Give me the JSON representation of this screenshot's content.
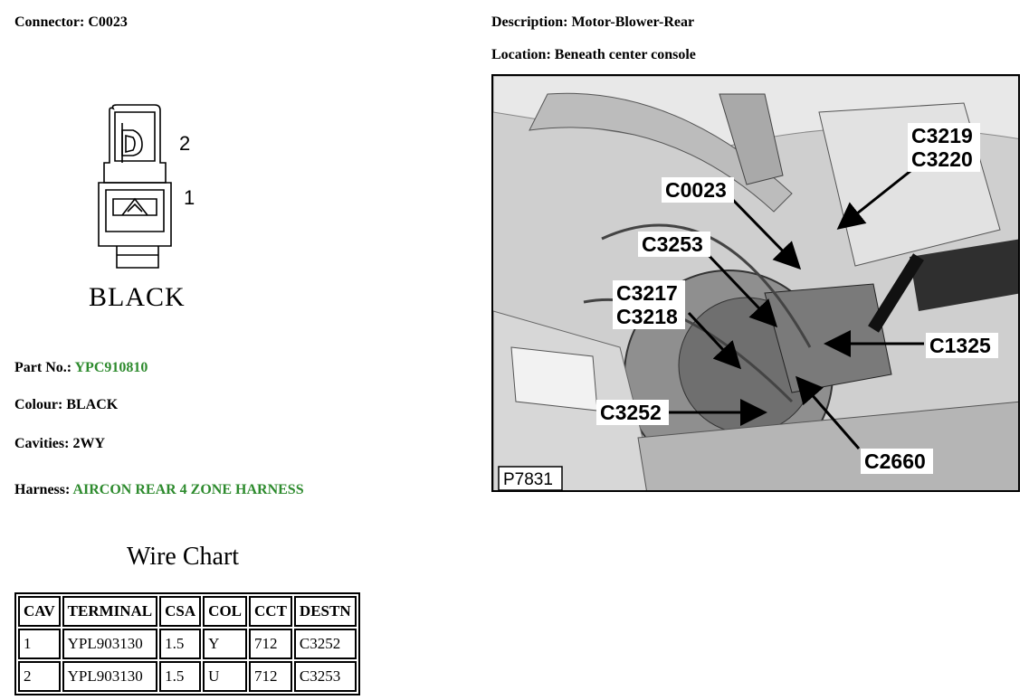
{
  "connector": {
    "label": "Connector:",
    "id": "C0023",
    "colour_text": "BLACK",
    "pins": [
      "2",
      "1"
    ]
  },
  "description": {
    "label": "Description:",
    "value": "Motor-Blower-Rear"
  },
  "location": {
    "label": "Location:",
    "value": "Beneath center console"
  },
  "part": {
    "label": "Part No.:",
    "value": "YPC910810"
  },
  "colour": {
    "label": "Colour:",
    "value": "BLACK"
  },
  "cavities": {
    "label": "Cavities:",
    "value": "2WY"
  },
  "harness": {
    "label": "Harness:",
    "value": "AIRCON REAR 4 ZONE HARNESS"
  },
  "wire_chart": {
    "title": "Wire Chart",
    "headers": [
      "CAV",
      "TERMINAL",
      "CSA",
      "COL",
      "CCT",
      "DESTN"
    ],
    "rows": [
      [
        "1",
        "YPL903130",
        "1.5",
        "Y",
        "712",
        "C3252"
      ],
      [
        "2",
        "YPL903130",
        "1.5",
        "U",
        "712",
        "C3253"
      ]
    ]
  },
  "figure": {
    "id": "P7831",
    "callouts": [
      "C3219",
      "C3220",
      "C0023",
      "C3253",
      "C3217",
      "C3218",
      "C1325",
      "C3252",
      "C2660"
    ]
  },
  "colors": {
    "accent_green": "#2e8b2e"
  }
}
